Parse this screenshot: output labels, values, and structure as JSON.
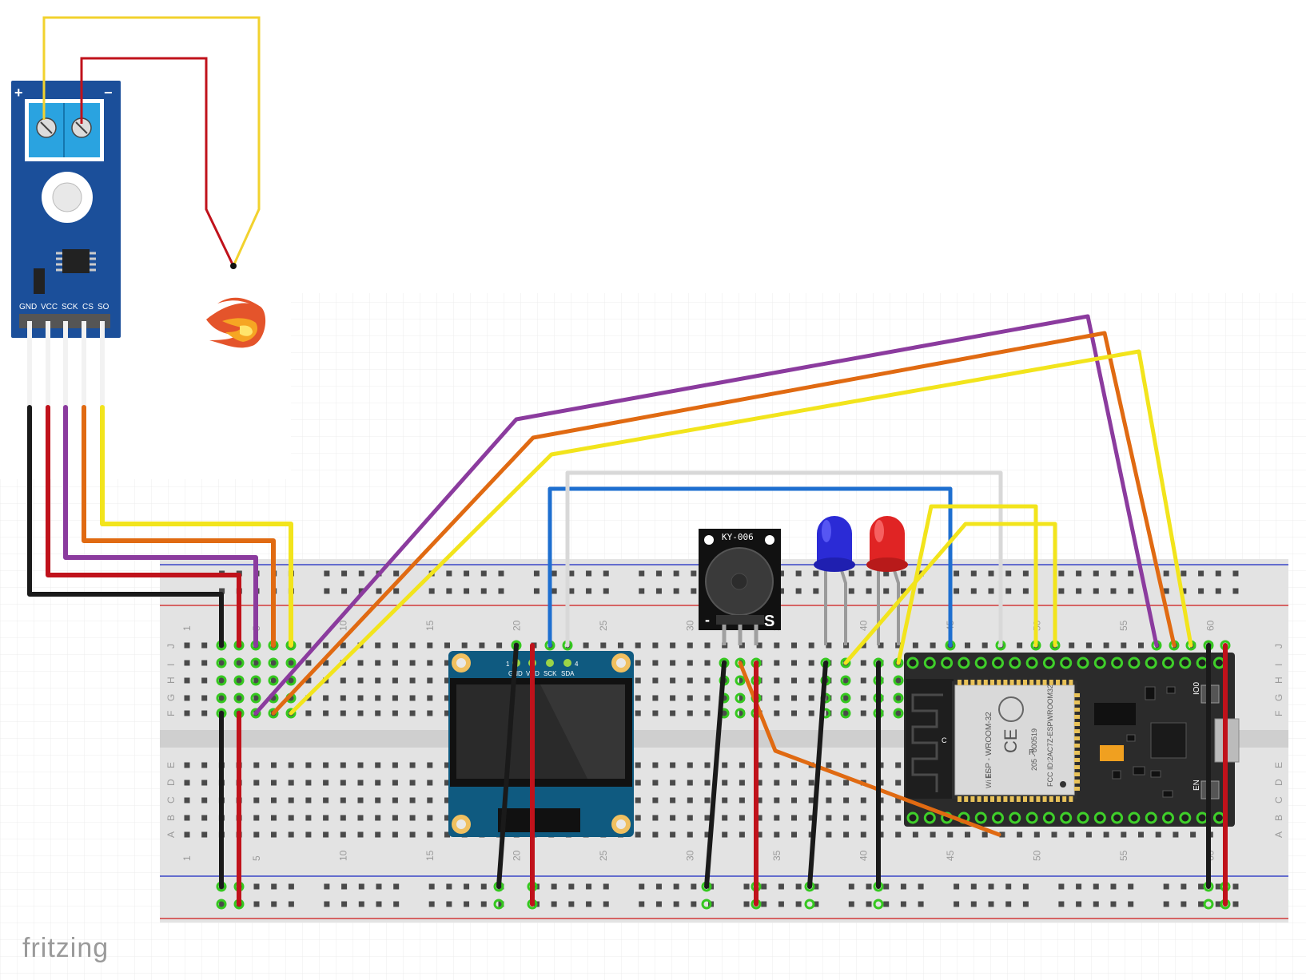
{
  "app": {
    "watermark": "fritzing"
  },
  "sensor_module": {
    "pin_labels": [
      "GND",
      "VCC",
      "SCK",
      "CS",
      "SO"
    ],
    "plus_sign": "+",
    "minus_sign": "−"
  },
  "breadboard": {
    "column_count": 60,
    "column_numbers": [
      "1",
      "5",
      "10",
      "15",
      "20",
      "25",
      "30",
      "35",
      "40",
      "45",
      "50",
      "55",
      "60"
    ],
    "rows_top": [
      "J",
      "I",
      "H",
      "G",
      "F"
    ],
    "rows_bottom": [
      "E",
      "D",
      "C",
      "B",
      "A"
    ]
  },
  "oled": {
    "pin_numbers": [
      "1",
      "4"
    ],
    "pin_labels": [
      "GND",
      "VDD",
      "SCK",
      "SDA"
    ]
  },
  "buzzer": {
    "label": "KY-006",
    "pin_minus": "-",
    "pin_s": "S"
  },
  "leds": [
    {
      "name": "blue",
      "color": "#2b2bd6"
    },
    {
      "name": "red",
      "color": "#e02424"
    }
  ],
  "esp32": {
    "module_text_1": "ESP - WROOM-32",
    "module_text_2": "205 - 000519",
    "module_text_3": "FCC ID:2AC7Z-ESPWROOM32",
    "ce_mark": "CE",
    "r_mark": "R",
    "wifi_mark": "Wi Fi",
    "btn_io0": "IO0",
    "btn_en": "EN",
    "antenna_c": "C"
  },
  "colors": {
    "wire_black": "#1a1a1a",
    "wire_red": "#c0121b",
    "wire_purple": "#8b3b9e",
    "wire_orange": "#e06a12",
    "wire_yellow": "#f2e41c",
    "wire_blue": "#1e6fd0",
    "wire_white": "#d8d8d8",
    "wire_gray": "#9a9a9a",
    "board_blue": "#1b4f9a",
    "terminal_blue": "#2aa3e0",
    "breadboard": "#e4e4e4",
    "hole_green": "#35c81f"
  }
}
